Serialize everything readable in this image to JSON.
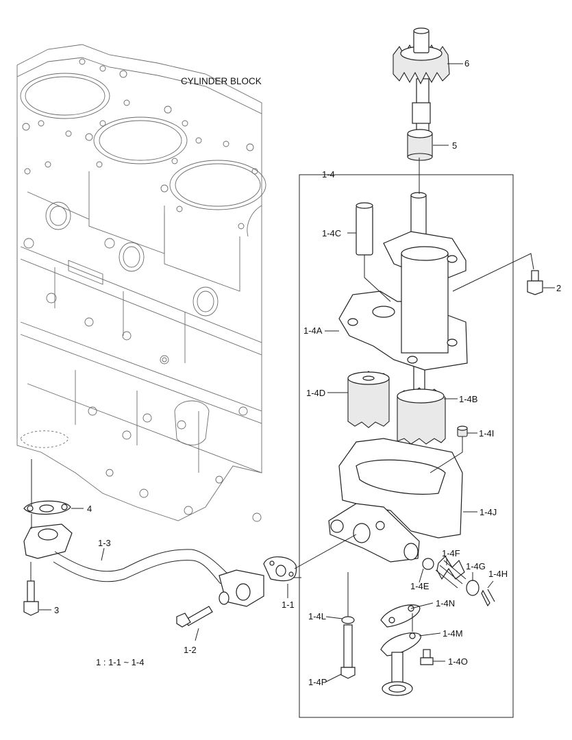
{
  "diagram": {
    "title": "CYLINDER BLOCK",
    "note": "1 : 1-1 ~ 1-4",
    "labels": {
      "p6": "6",
      "p5": "5",
      "p1_4": "1-4",
      "p1_4C": "1-4C",
      "p2": "2",
      "p1_4A": "1-4A",
      "p1_4D": "1-4D",
      "p1_4B": "1-4B",
      "p1_4I": "1-4I",
      "p1_4J": "1-4J",
      "p4": "4",
      "p1_3": "1-3",
      "p1_4F": "1-4F",
      "p1_4G": "1-4G",
      "p1_4H": "1-4H",
      "p1_4E": "1-4E",
      "p1_1": "1-1",
      "p3": "3",
      "p1_4L": "1-4L",
      "p1_4N": "1-4N",
      "p1_4M": "1-4M",
      "p1_2": "1-2",
      "p1_4O": "1-4O",
      "p1_4P": "1-4P"
    }
  }
}
